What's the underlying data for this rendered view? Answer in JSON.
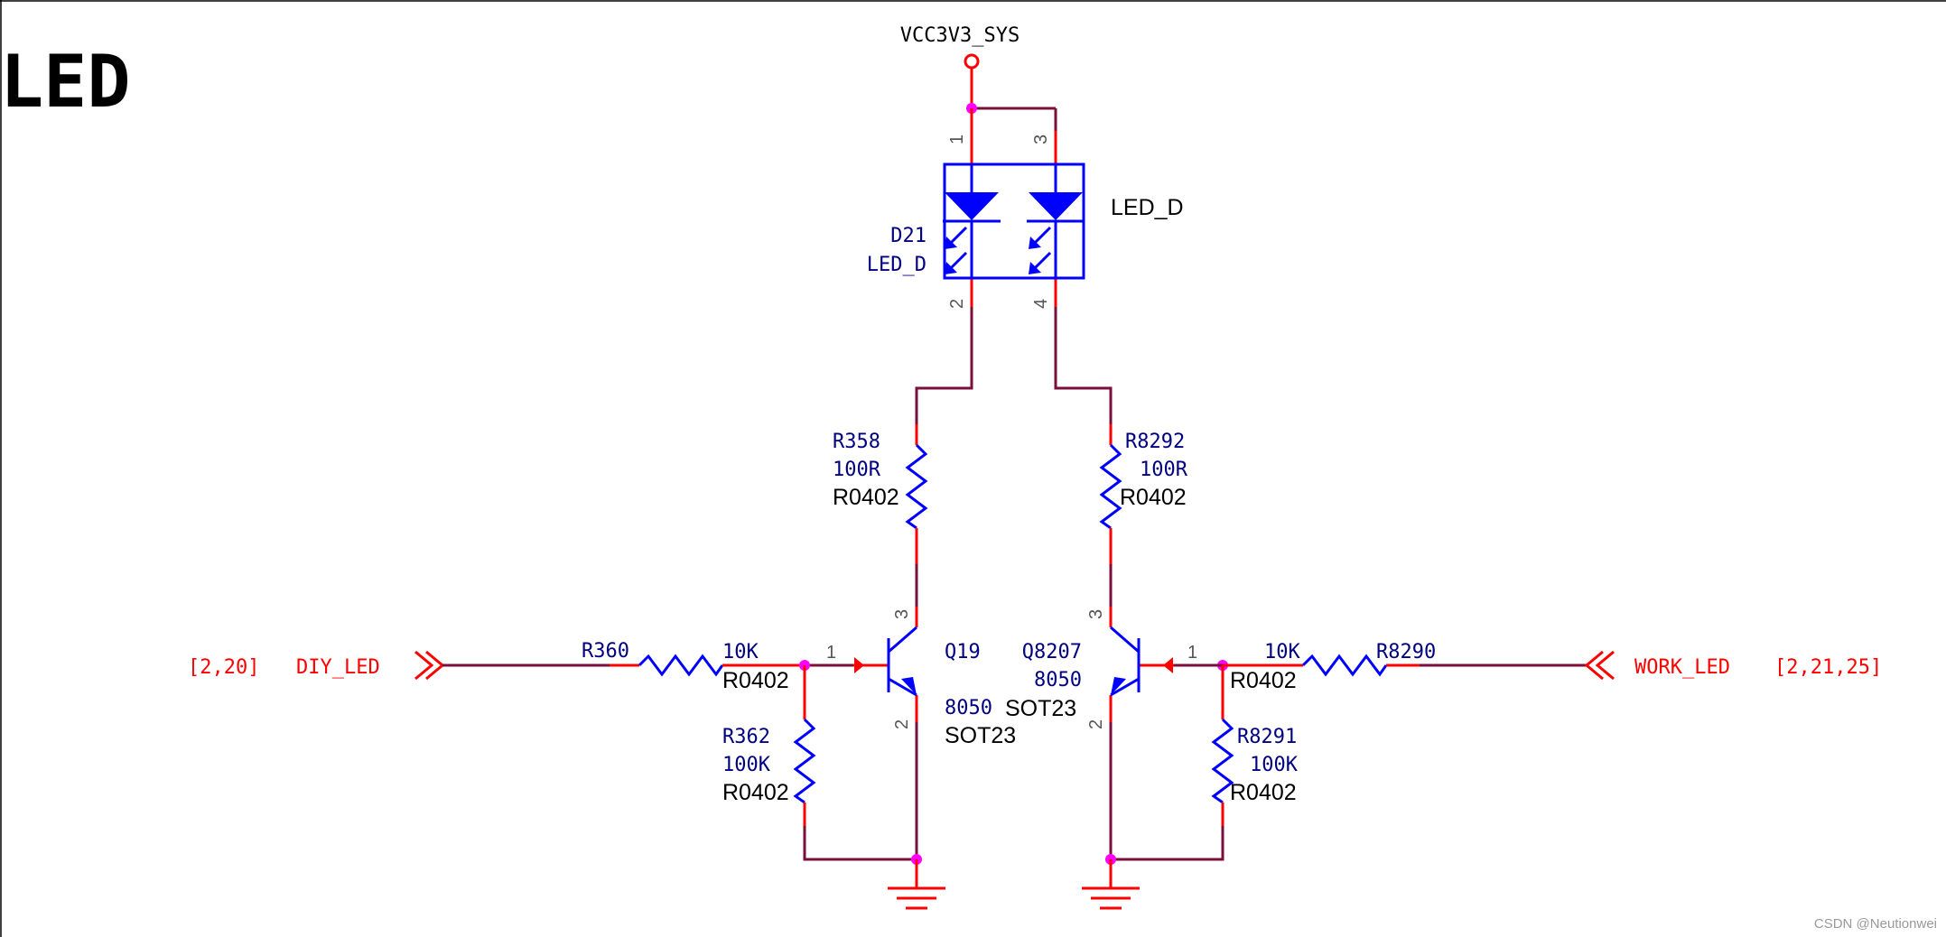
{
  "title": "LED",
  "power": {
    "net": "VCC3V3_SYS"
  },
  "led": {
    "refdes": "D21",
    "value": "LED_D",
    "label": "LED_D",
    "pins": [
      "1",
      "3",
      "2",
      "4"
    ]
  },
  "resistors": {
    "r358": {
      "refdes": "R358",
      "value": "100R",
      "footprint": "R0402"
    },
    "r8292": {
      "refdes": "R8292",
      "value": "100R",
      "footprint": "R0402"
    },
    "r360": {
      "refdes": "R360",
      "value": "10K",
      "footprint": "R0402"
    },
    "r362": {
      "refdes": "R362",
      "value": "100K",
      "footprint": "R0402"
    },
    "r8290": {
      "refdes": "R8290",
      "value": "10K",
      "footprint": "R0402"
    },
    "r8291": {
      "refdes": "R8291",
      "value": "100K",
      "footprint": "R0402"
    }
  },
  "transistors": {
    "q19": {
      "refdes": "Q19",
      "value": "8050",
      "footprint": "SOT23",
      "pins": [
        "3",
        "1",
        "2"
      ]
    },
    "q8207": {
      "refdes": "Q8207",
      "value": "8050",
      "footprint": "SOT23",
      "pins": [
        "3",
        "1",
        "2"
      ]
    }
  },
  "ports": {
    "left": {
      "net": "DIY_LED",
      "ref": "[2,20]"
    },
    "right": {
      "net": "WORK_LED",
      "ref": "[2,21,25]"
    }
  },
  "watermark": "CSDN @Neutionwei",
  "colors": {
    "wire": "#7a0f3a",
    "pin": "#ff0000",
    "part": "#0000ff",
    "partText": "#000080",
    "junction": "#ff00ff",
    "title": "#000000",
    "power": "#ff0000"
  }
}
